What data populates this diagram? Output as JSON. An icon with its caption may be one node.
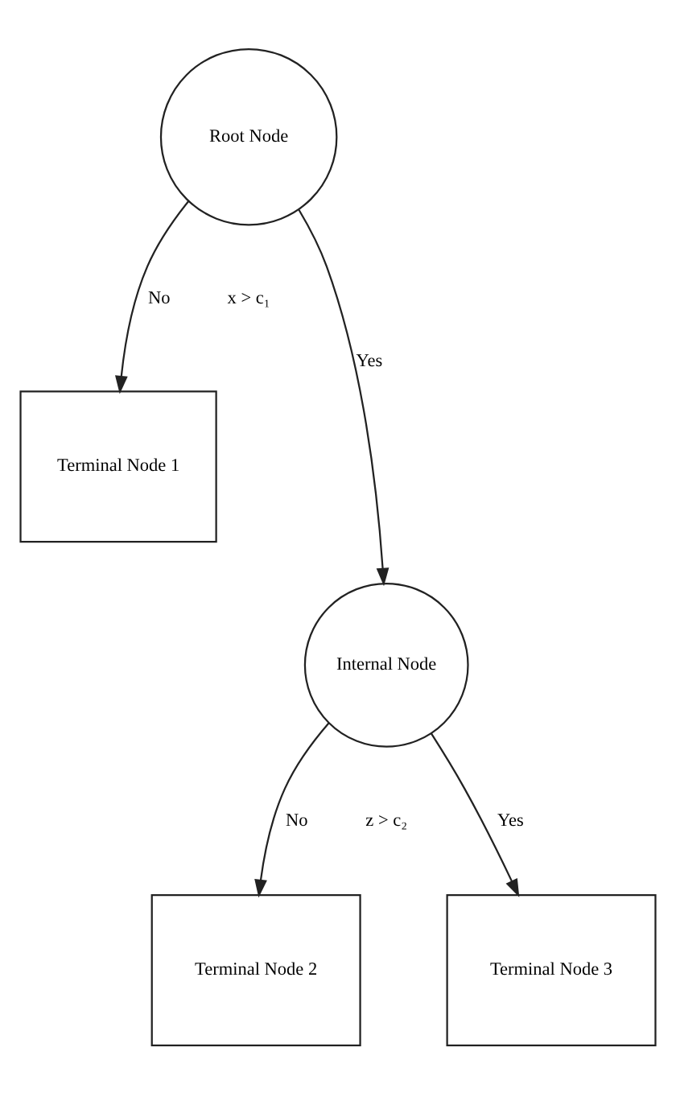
{
  "diagram": {
    "nodes": [
      {
        "text": [
          "Root Node"
        ],
        "beside": [
          "x > c₁"
        ]
      },
      {
        "text": [
          "Terminal Node 1"
        ]
      },
      {
        "text": [
          "Internal Node"
        ],
        "beside": [
          "z > c₂"
        ]
      },
      {
        "text": [
          "Terminal Node 2"
        ]
      },
      {
        "text": [
          "Terminal Node 3"
        ]
      }
    ],
    "edges": [
      {
        "from": 0,
        "to": 1,
        "arrow": "to",
        "label": "No"
      },
      {
        "from": 0,
        "to": 2,
        "arrow": "to",
        "label": "Yes"
      },
      {
        "from": 2,
        "to": 3,
        "arrow": "to",
        "label": "No"
      },
      {
        "from": 2,
        "to": 4,
        "arrow": "to",
        "label": "Yes"
      }
    ]
  }
}
